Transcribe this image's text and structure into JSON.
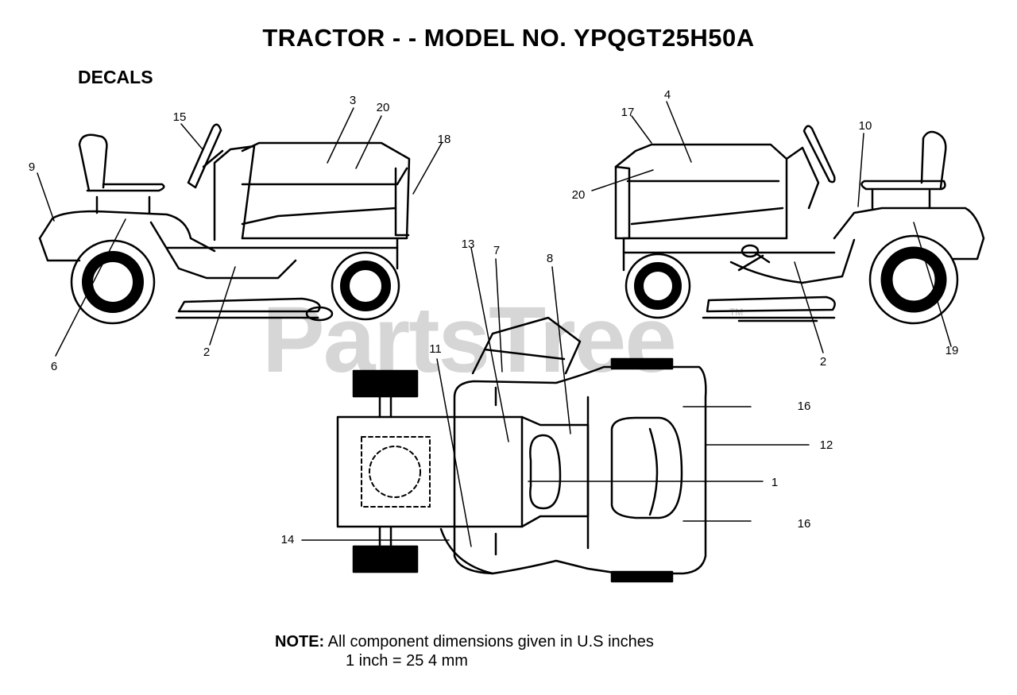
{
  "title": "TRACTOR - - MODEL NO. YPQGT25H50A",
  "section": "DECALS",
  "watermark": "PartsTree",
  "watermark_tm": "TM",
  "note": {
    "label": "NOTE:",
    "line1": "All component dimensions given in U.S  inches",
    "line2": "1 inch = 25 4 mm"
  },
  "callouts": {
    "c1": "1",
    "c2a": "2",
    "c2b": "2",
    "c3": "3",
    "c4": "4",
    "c6": "6",
    "c7": "7",
    "c8": "8",
    "c9": "9",
    "c10": "10",
    "c11": "11",
    "c12": "12",
    "c13": "13",
    "c14": "14",
    "c15": "15",
    "c16a": "16",
    "c16b": "16",
    "c17": "17",
    "c18": "18",
    "c19": "19",
    "c20a": "20",
    "c20b": "20"
  }
}
